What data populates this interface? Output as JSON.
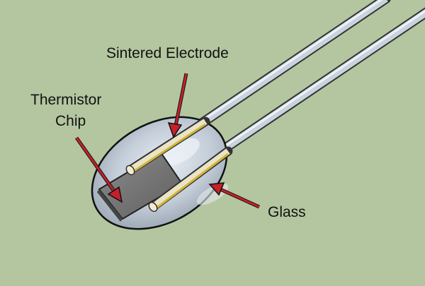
{
  "labels": {
    "sintered_electrode": "Sintered Electrode",
    "thermistor_chip_line1": "Thermistor",
    "thermistor_chip_line2": "Chip",
    "glass": "Glass"
  },
  "colors": {
    "background": "#b4c6a0",
    "arrow": "#c4212b",
    "wire": "#c9d3de",
    "electrode": "#d4b43a",
    "chip": "#7a7a7a",
    "glass": "#c6d0dc"
  }
}
